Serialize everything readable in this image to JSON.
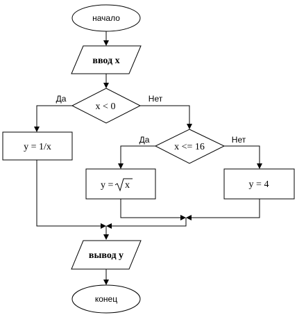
{
  "flowchart": {
    "start": "начало",
    "input": "ввод x",
    "cond1": "x < 0",
    "cond1_yes": "Да",
    "cond1_no": "Нет",
    "branch_left": "y = 1/x",
    "cond2": "x <= 16",
    "cond2_yes": "Да",
    "cond2_no": "Нет",
    "sqrt_lhs": "y = ",
    "sqrt_arg": "x",
    "branch_right": "y = 4",
    "output": "вывод y",
    "end": "конец"
  }
}
